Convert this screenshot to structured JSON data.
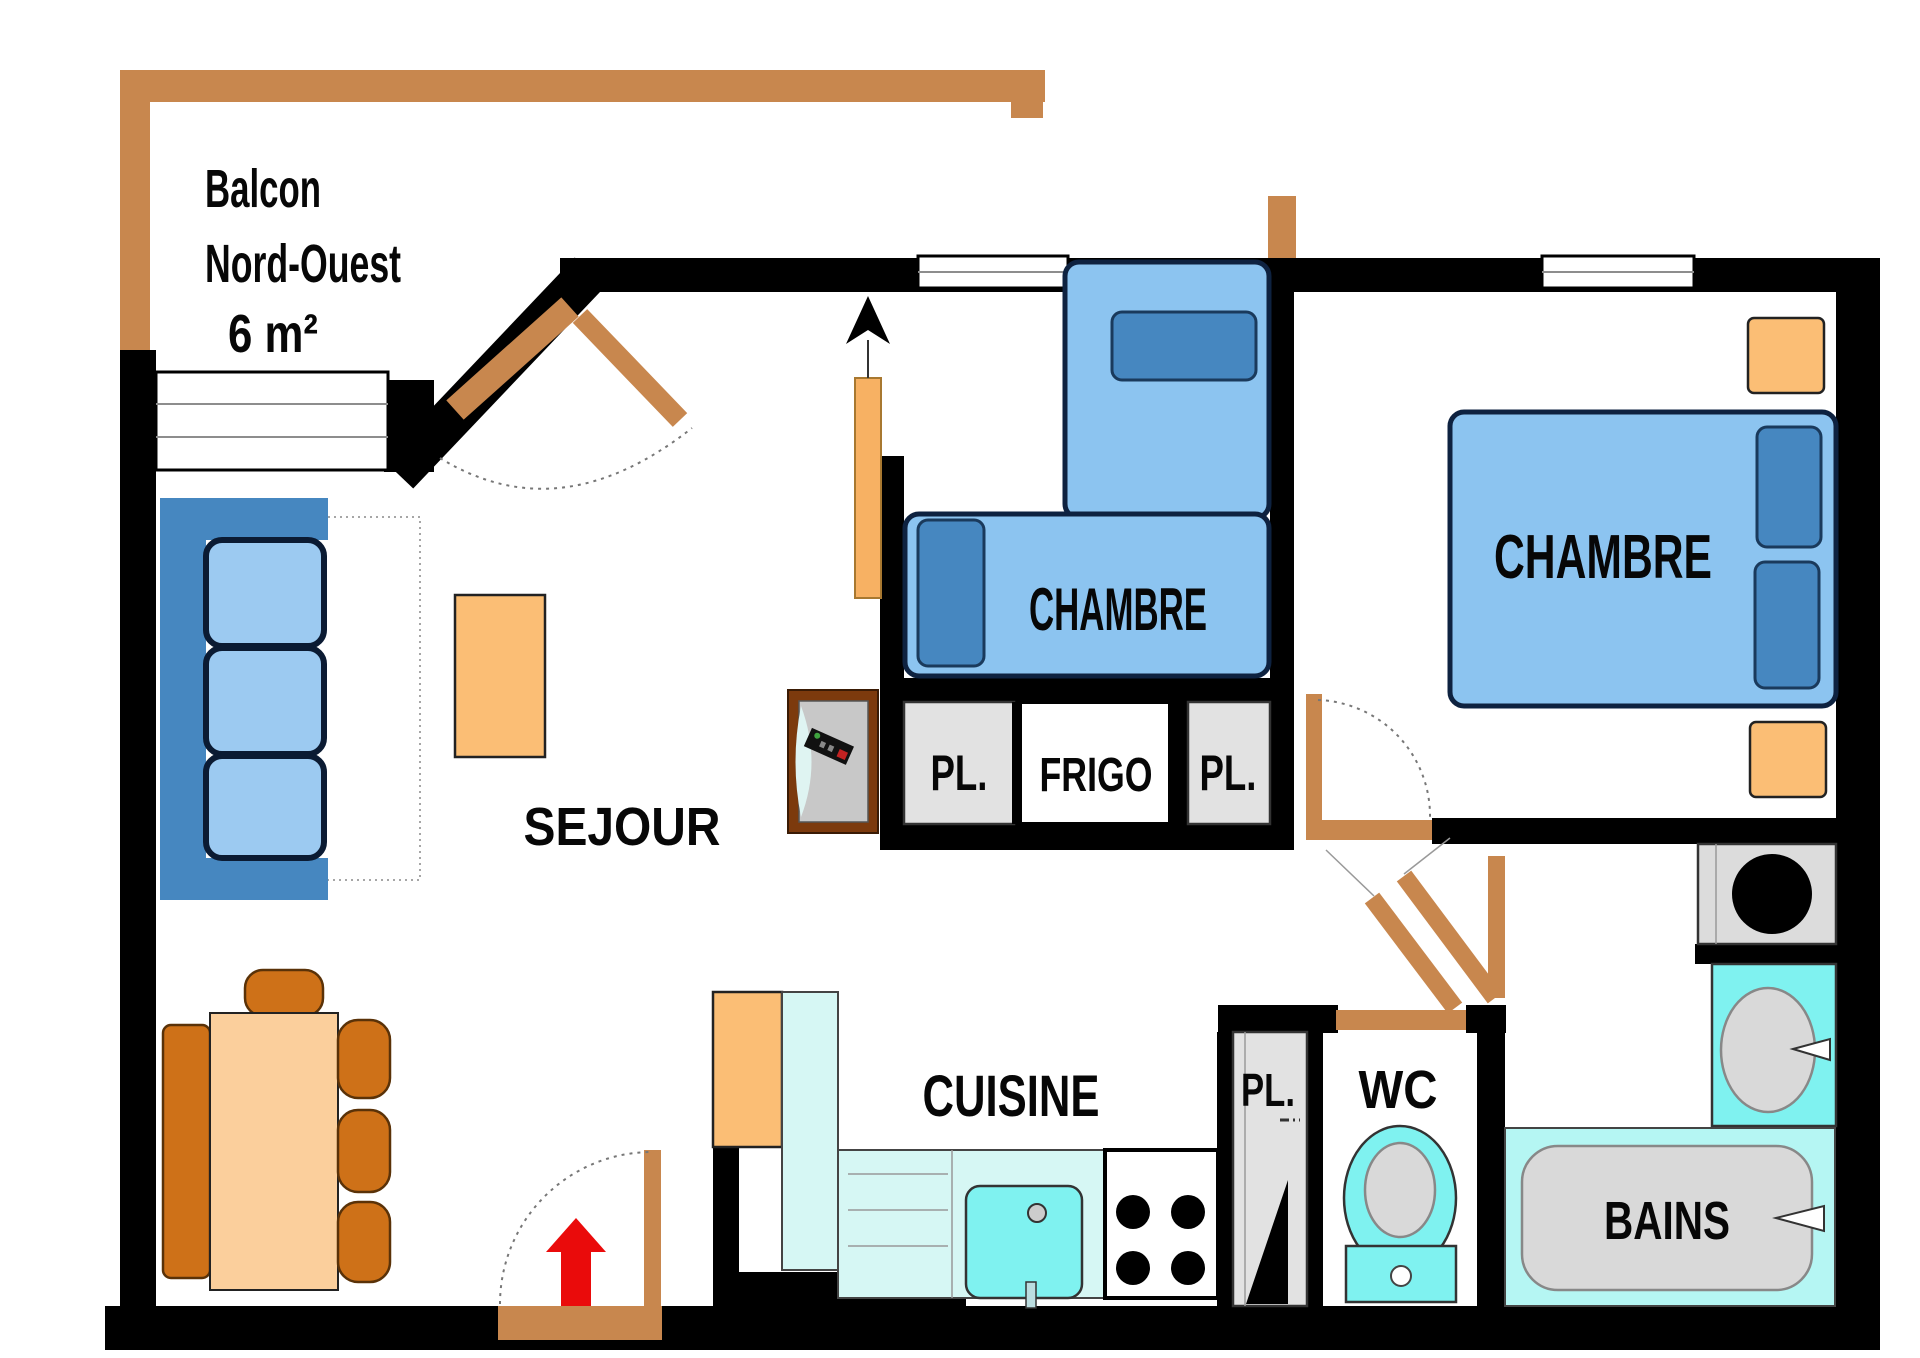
{
  "balcony": {
    "line1": "Balcon",
    "line2": "Nord-Ouest",
    "line3": "6  m²"
  },
  "rooms": {
    "living": "SEJOUR",
    "kitchen": "CUISINE",
    "bedroom_small": "CHAMBRE",
    "bedroom_large": "CHAMBRE",
    "wc": "WC",
    "bathroom": "BAINS"
  },
  "storage": {
    "closet_hall_1": "PL.",
    "closet_hall_2": "PL.",
    "closet_wc": "PL.",
    "fridge": "FRIGO"
  },
  "colors": {
    "wall": "#000000",
    "wood": "#C8874E",
    "tan": "#FBBE75",
    "tan_light": "#FBCF9C",
    "accent_orange": "#F7B163",
    "chair_orange": "#CE7118",
    "bed_blue": "#8CC4F0",
    "cushion_blue": "#9CCAF1",
    "pillow_blue": "#4687C0",
    "kitchen_cyan": "#D6F7F4",
    "fixture_cyan": "#7FF2F0",
    "fixture_cyan_light": "#B5F6F3",
    "closet_gray": "#E2E2E2",
    "appliance_gray": "#DCDCDC",
    "inner_gray": "#D9D9D9",
    "tv_brown": "#7C3A0D",
    "screen_gray": "#C8C8C8",
    "arrow_red": "#EA0B0B",
    "window_line": "#8D8D8D"
  }
}
